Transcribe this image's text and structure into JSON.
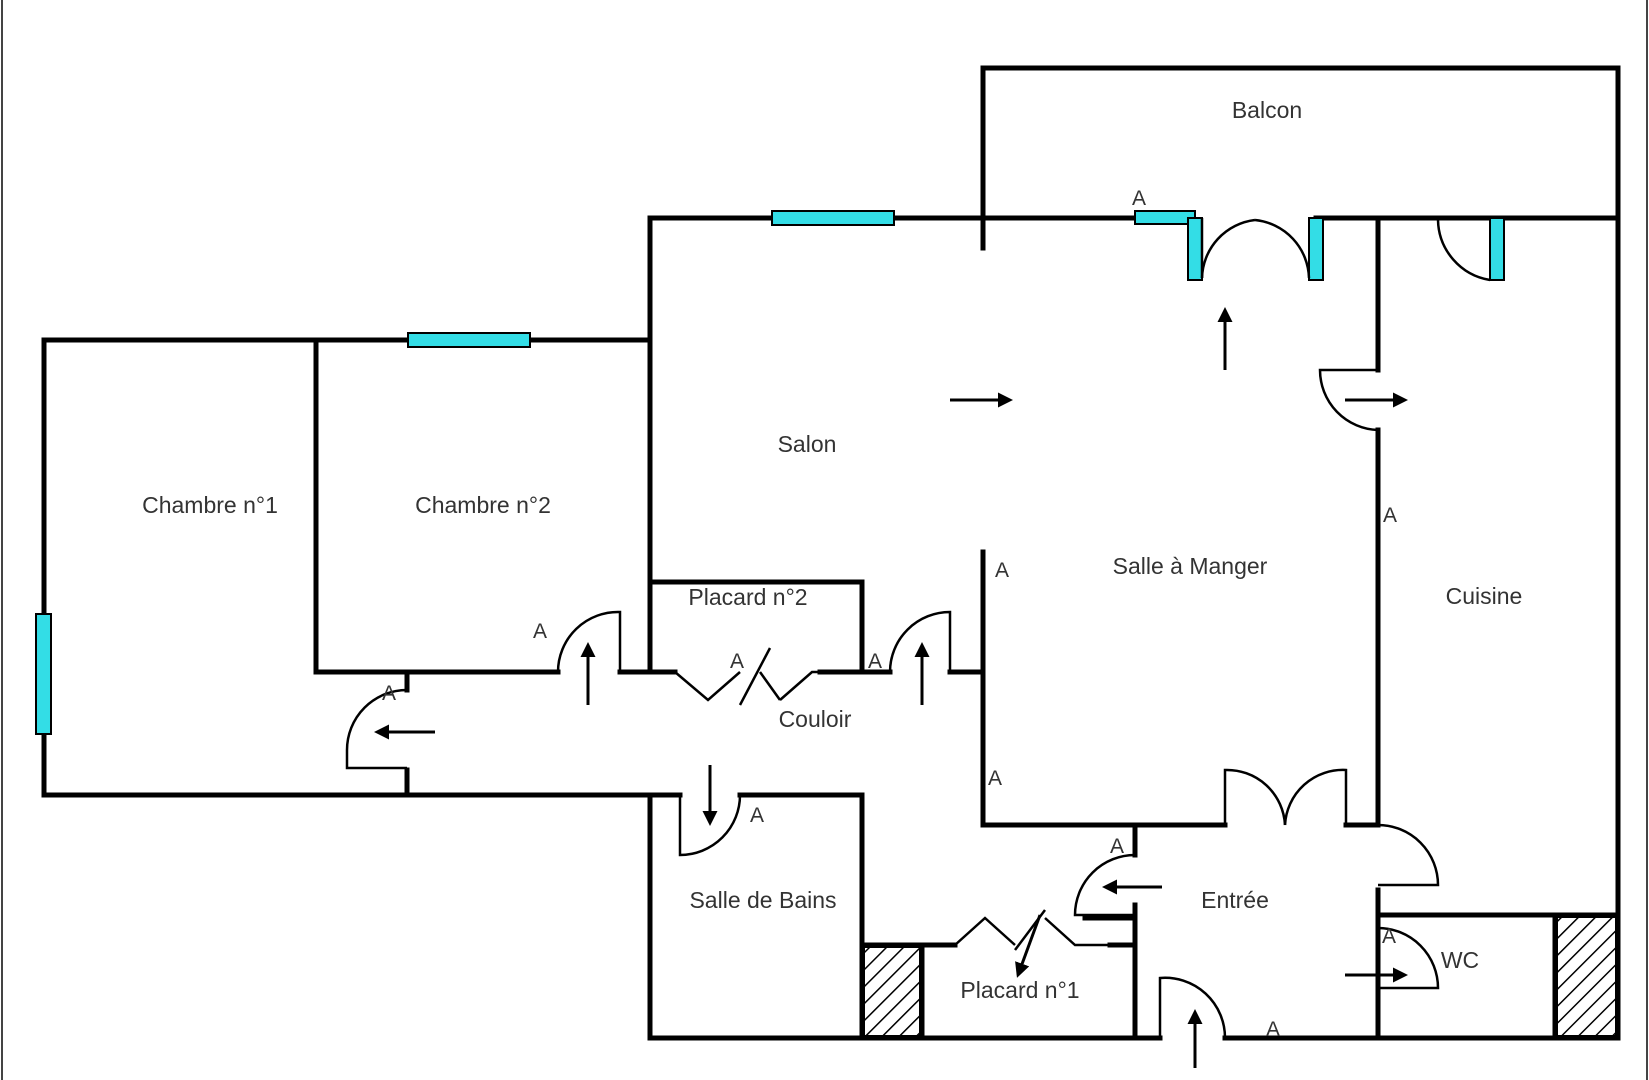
{
  "rooms": {
    "balcon": "Balcon",
    "salon": "Salon",
    "chambre1": "Chambre n°1",
    "chambre2": "Chambre n°2",
    "placard2": "Placard n°2",
    "salle_a_manger": "Salle à Manger",
    "cuisine": "Cuisine",
    "couloir": "Couloir",
    "salle_de_bains": "Salle de Bains",
    "entree": "Entrée",
    "placard1": "Placard n°1",
    "wc": "WC"
  },
  "door_mark": "A",
  "colors": {
    "wall": "#000000",
    "window": "#33dde6",
    "text": "#333333",
    "background": "#ffffff"
  }
}
